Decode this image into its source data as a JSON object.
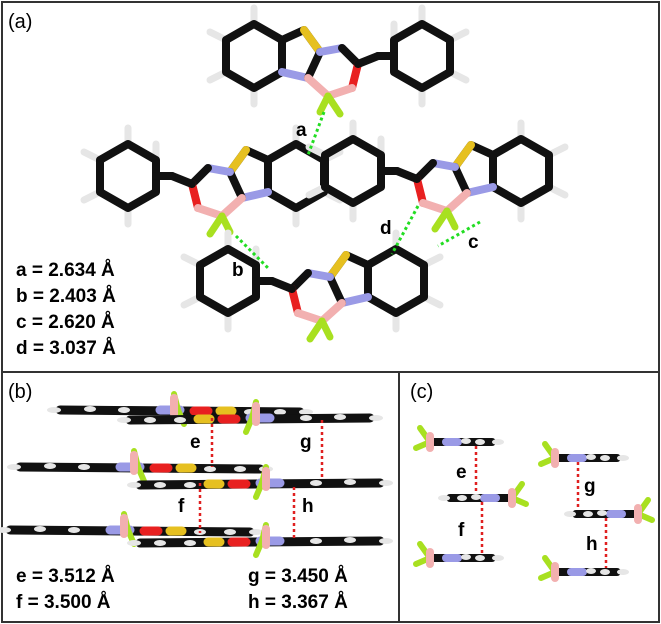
{
  "panels": {
    "a": {
      "label": "(a)",
      "contact_labels": [
        "a",
        "b",
        "c",
        "d"
      ],
      "measurements": [
        "a = 2.634 Å",
        "b = 2.403 Å",
        "c = 2.620 Å",
        "d = 3.037 Å"
      ]
    },
    "b": {
      "label": "(b)",
      "contact_labels": [
        "e",
        "f",
        "g",
        "h"
      ],
      "measurements": [
        "e = 3.512 Å",
        "f = 3.500 Å",
        "g = 3.450 Å",
        "h = 3.367 Å"
      ]
    },
    "c": {
      "label": "(c)",
      "contact_labels": [
        "e",
        "f",
        "g",
        "h"
      ]
    }
  },
  "colors": {
    "carbon": "#111111",
    "hydrogen": "#e8e8e8",
    "nitrogen": "#9a9ae6",
    "oxygen": "#e82020",
    "sulfur": "#e6c020",
    "boron": "#f2b0b0",
    "fluorine": "#a8e020",
    "hbond_contact": "#22dd22",
    "stack_contact": "#e02020",
    "frame": "#333333"
  }
}
